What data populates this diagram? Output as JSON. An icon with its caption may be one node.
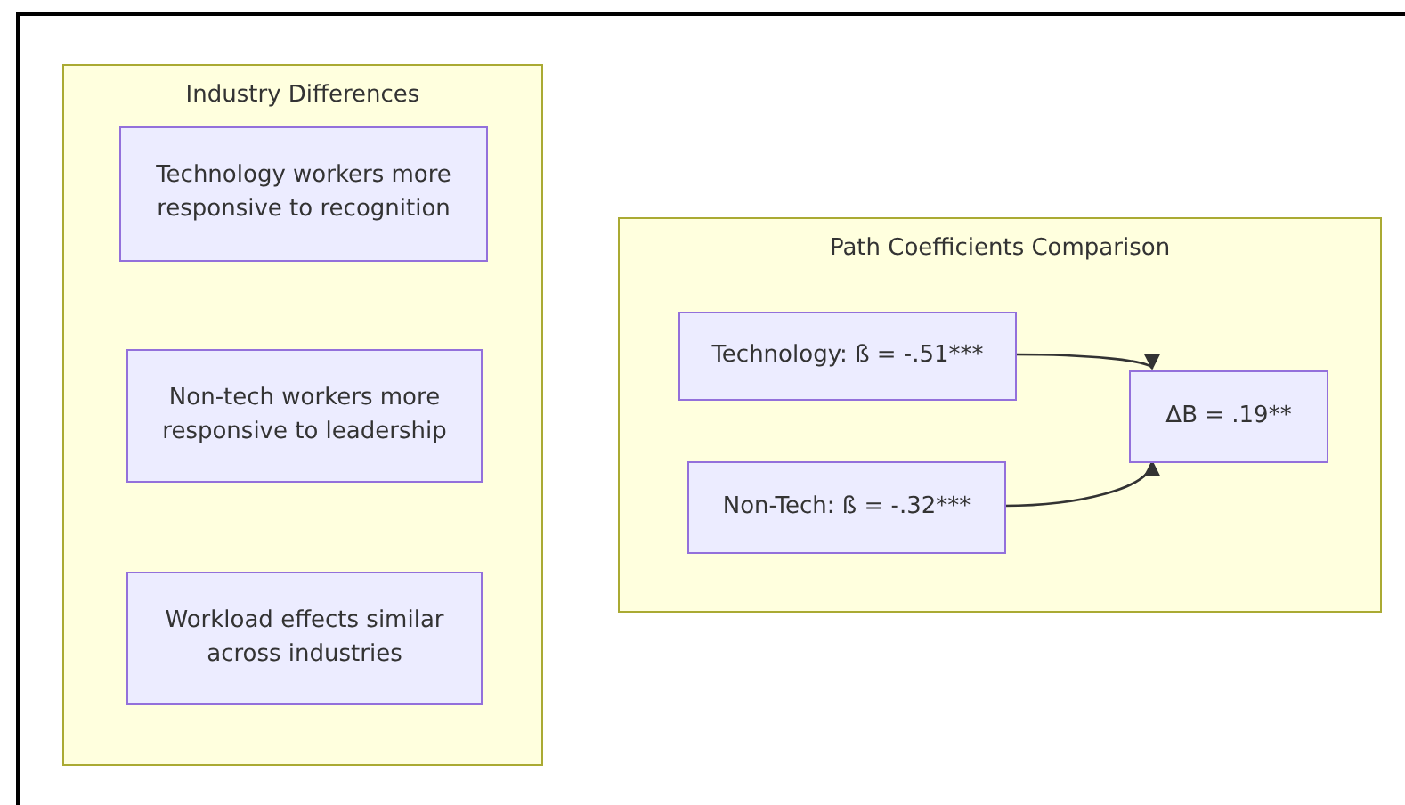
{
  "diagram": {
    "nodes": [
      {
        "text": [
          "Industry Differences"
        ]
      },
      {
        "text": [
          "Technology workers more responsive to recognition"
        ],
        "in": 0
      },
      {
        "text": [
          "Non-tech workers more responsive to leadership"
        ],
        "in": 0
      },
      {
        "text": [
          "Workload effects similar across industries"
        ],
        "in": 0
      },
      {
        "text": [
          "Path Coefficients Comparison"
        ]
      },
      {
        "text": [
          "Technology: ß = -.51***"
        ],
        "in": 4
      },
      {
        "text": [
          "Non-Tech: ß = -.32***"
        ],
        "in": 4
      },
      {
        "text": [
          "ΔB = .19**"
        ],
        "in": 4
      }
    ],
    "edges": [
      {
        "from": 5,
        "to": 7,
        "arrow": "to"
      },
      {
        "from": 6,
        "to": 7,
        "arrow": "to"
      }
    ]
  }
}
